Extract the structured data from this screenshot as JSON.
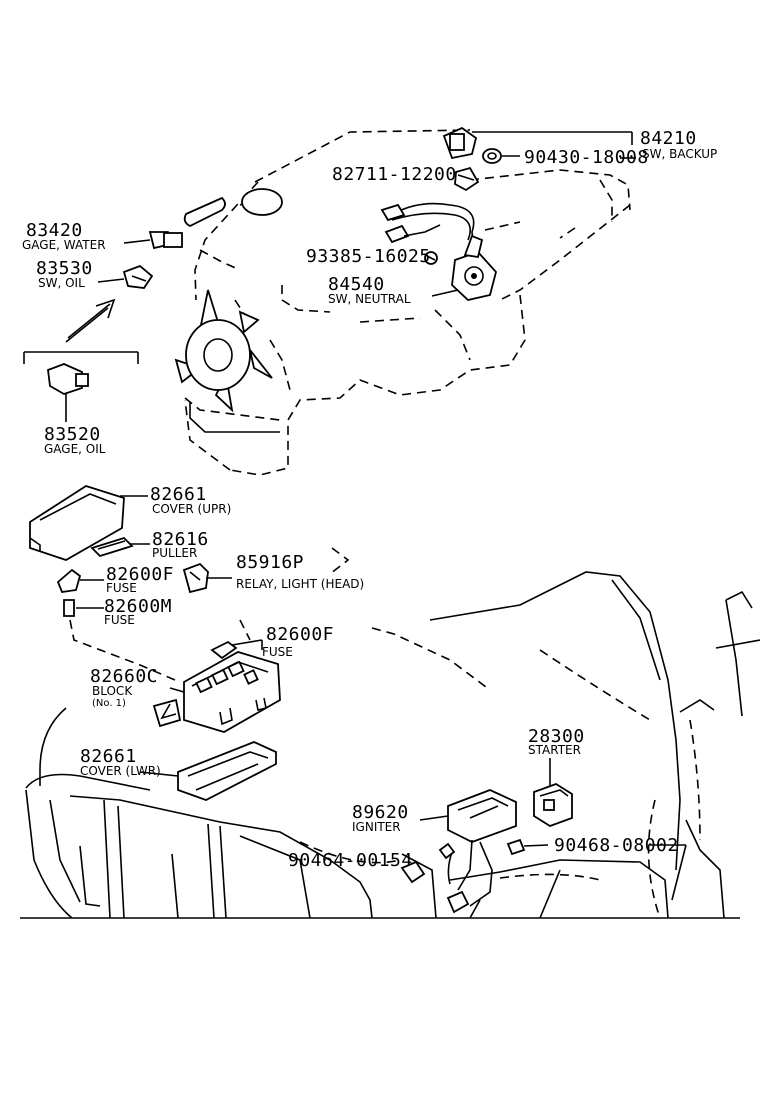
{
  "parts": [
    {
      "id": "p84210",
      "number": "84210",
      "name": "SW, BACKUP"
    },
    {
      "id": "p90430",
      "number": "90430-18008",
      "name": ""
    },
    {
      "id": "p82711",
      "number": "82711-12200",
      "name": ""
    },
    {
      "id": "p83420",
      "number": "83420",
      "name": "GAGE, WATER"
    },
    {
      "id": "p83530",
      "number": "83530",
      "name": "SW, OIL"
    },
    {
      "id": "p93385",
      "number": "93385-16025",
      "name": ""
    },
    {
      "id": "p84540",
      "number": "84540",
      "name": "SW, NEUTRAL"
    },
    {
      "id": "p83520",
      "number": "83520",
      "name": "GAGE, OIL"
    },
    {
      "id": "p82661a",
      "number": "82661",
      "name": "COVER (UPR)"
    },
    {
      "id": "p82616",
      "number": "82616",
      "name": "PULLER"
    },
    {
      "id": "p85916P",
      "number": "85916P",
      "name": "RELAY, LIGHT (HEAD)"
    },
    {
      "id": "p82600Fa",
      "number": "82600F",
      "name": "FUSE"
    },
    {
      "id": "p82600M",
      "number": "82600M",
      "name": "FUSE"
    },
    {
      "id": "p82600Fb",
      "number": "82600F",
      "name": "FUSE"
    },
    {
      "id": "p82660C",
      "number": "82660C",
      "name": "BLOCK",
      "sub": "(No. 1)"
    },
    {
      "id": "p82661b",
      "number": "82661",
      "name": "COVER (LWR)"
    },
    {
      "id": "p28300",
      "number": "28300",
      "name": "STARTER"
    },
    {
      "id": "p89620",
      "number": "89620",
      "name": "IGNITER"
    },
    {
      "id": "p90464",
      "number": "90464-00154",
      "name": ""
    },
    {
      "id": "p90468",
      "number": "90468-08002",
      "name": ""
    }
  ]
}
